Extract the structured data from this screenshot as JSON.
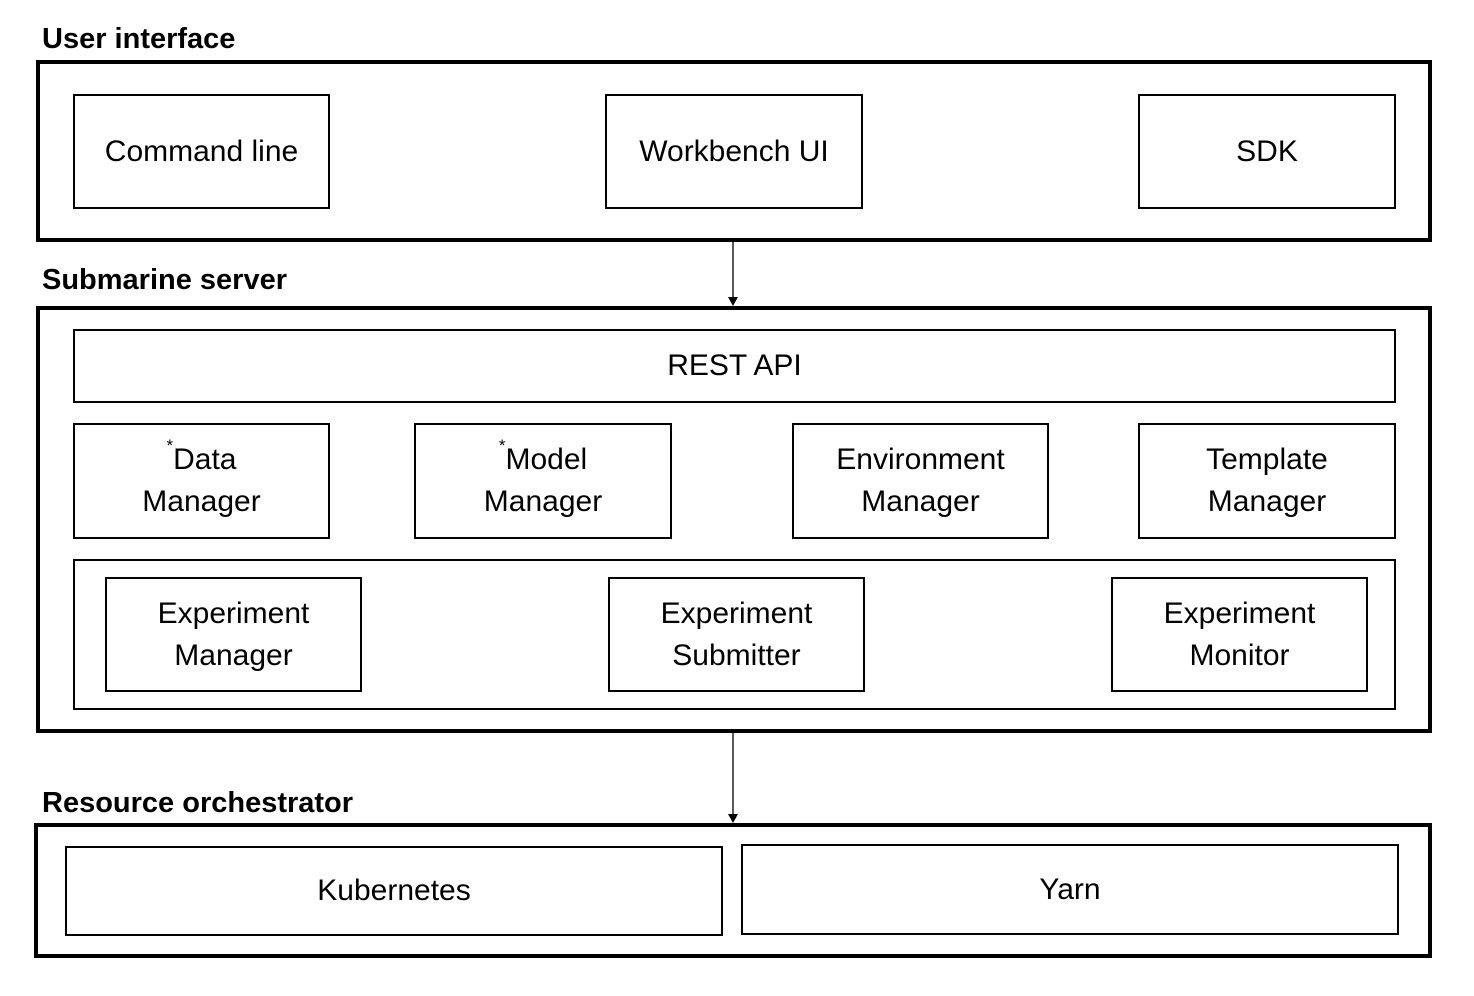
{
  "layers": {
    "user_interface": {
      "title": "User interface",
      "components": [
        {
          "label": "Command line"
        },
        {
          "label": "Workbench UI"
        },
        {
          "label": "SDK"
        }
      ]
    },
    "submarine_server": {
      "title": "Submarine server",
      "rest_api": "REST API",
      "managers": [
        {
          "marker": "*",
          "line1": "Data",
          "line2": "Manager"
        },
        {
          "marker": "*",
          "line1": "Model",
          "line2": "Manager"
        },
        {
          "marker": "",
          "line1": "Environment",
          "line2": "Manager"
        },
        {
          "marker": "",
          "line1": "Template",
          "line2": "Manager"
        }
      ],
      "experiment": [
        {
          "line1": "Experiment",
          "line2": "Manager"
        },
        {
          "line1": "Experiment",
          "line2": "Submitter"
        },
        {
          "line1": "Experiment",
          "line2": "Monitor"
        }
      ]
    },
    "resource_orchestrator": {
      "title": "Resource orchestrator",
      "components": [
        {
          "label": "Kubernetes"
        },
        {
          "label": "Yarn"
        }
      ]
    }
  }
}
